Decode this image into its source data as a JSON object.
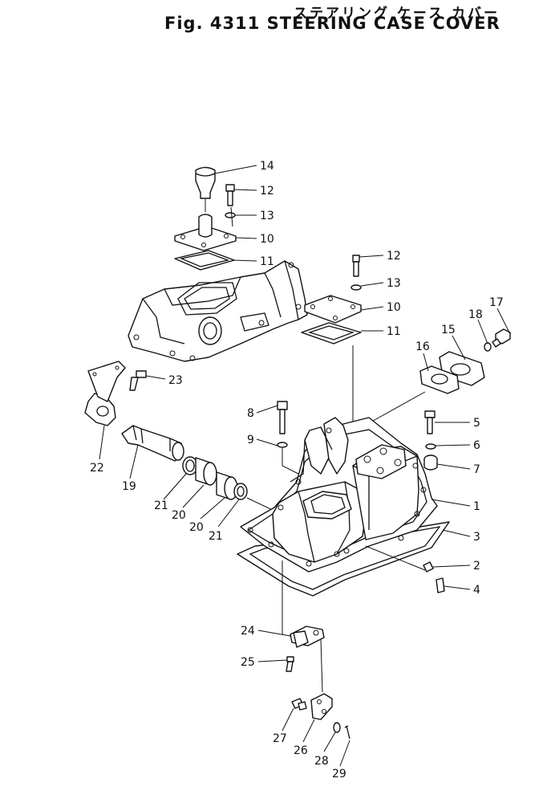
{
  "title_jp": "ステアリング ケース カバー",
  "title_en": "Fig. 4311 STEERING CASE COVER",
  "callouts": [
    {
      "id": "c14",
      "text": "14"
    },
    {
      "id": "c12a",
      "text": "12"
    },
    {
      "id": "c13a",
      "text": "13"
    },
    {
      "id": "c10a",
      "text": "10"
    },
    {
      "id": "c11a",
      "text": "11"
    },
    {
      "id": "c12b",
      "text": "12"
    },
    {
      "id": "c13b",
      "text": "13"
    },
    {
      "id": "c10b",
      "text": "10"
    },
    {
      "id": "c11b",
      "text": "11"
    },
    {
      "id": "c17",
      "text": "17"
    },
    {
      "id": "c18",
      "text": "18"
    },
    {
      "id": "c15",
      "text": "15"
    },
    {
      "id": "c16",
      "text": "16"
    },
    {
      "id": "c23",
      "text": "23"
    },
    {
      "id": "c22",
      "text": "22"
    },
    {
      "id": "c19",
      "text": "19"
    },
    {
      "id": "c21a",
      "text": "21"
    },
    {
      "id": "c20a",
      "text": "20"
    },
    {
      "id": "c20b",
      "text": "20"
    },
    {
      "id": "c21b",
      "text": "21"
    },
    {
      "id": "c8",
      "text": "8"
    },
    {
      "id": "c9",
      "text": "9"
    },
    {
      "id": "c5",
      "text": "5"
    },
    {
      "id": "c6",
      "text": "6"
    },
    {
      "id": "c7",
      "text": "7"
    },
    {
      "id": "c1",
      "text": "1"
    },
    {
      "id": "c3",
      "text": "3"
    },
    {
      "id": "c2",
      "text": "2"
    },
    {
      "id": "c4",
      "text": "4"
    },
    {
      "id": "c24",
      "text": "24"
    },
    {
      "id": "c25",
      "text": "25"
    },
    {
      "id": "c27",
      "text": "27"
    },
    {
      "id": "c26",
      "text": "26"
    },
    {
      "id": "c28",
      "text": "28"
    },
    {
      "id": "c29",
      "text": "29"
    }
  ]
}
